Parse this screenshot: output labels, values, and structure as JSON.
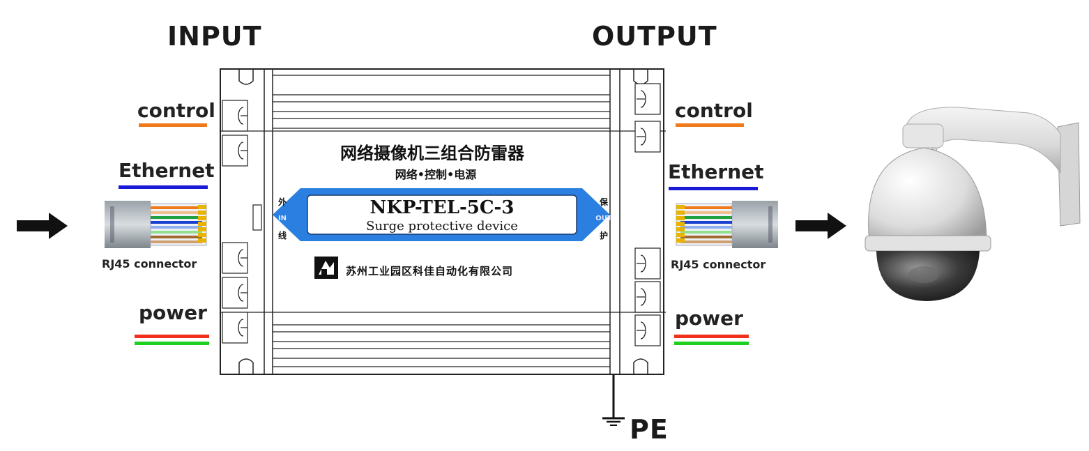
{
  "headings": {
    "input": "INPUT",
    "output": "OUTPUT"
  },
  "left_labels": {
    "control": "control",
    "ethernet": "Ethernet",
    "power": "power",
    "connector": "RJ45 connector"
  },
  "right_labels": {
    "control": "control",
    "ethernet": "Ethernet",
    "power": "power",
    "connector": "RJ45 connector"
  },
  "device": {
    "title_cn": "网络摄像机三组合防雷器",
    "subtitle_cn": "网络•控制•电源",
    "model": "NKP-TEL-5C-3",
    "description": "Surge protective device",
    "left_tag": {
      "top": "外",
      "mid": "IN",
      "bottom": "线"
    },
    "right_tag": {
      "top": "保",
      "mid": "OUT",
      "bottom": "护"
    },
    "company": "苏州工业园区科佳自动化有限公司"
  },
  "ground": {
    "label": "PE"
  },
  "colors": {
    "control": "#f07a1a",
    "ethernet": "#1a1ad6",
    "power_red": "#f0301a",
    "power_green": "#20d020",
    "plate": "#2a7fe0"
  },
  "icons": {
    "arrow": "right-arrow-icon",
    "camera": "dome-camera-icon",
    "ground": "ground-symbol-icon",
    "logo": "company-logo-icon",
    "connector": "rj45-connector-icon"
  }
}
